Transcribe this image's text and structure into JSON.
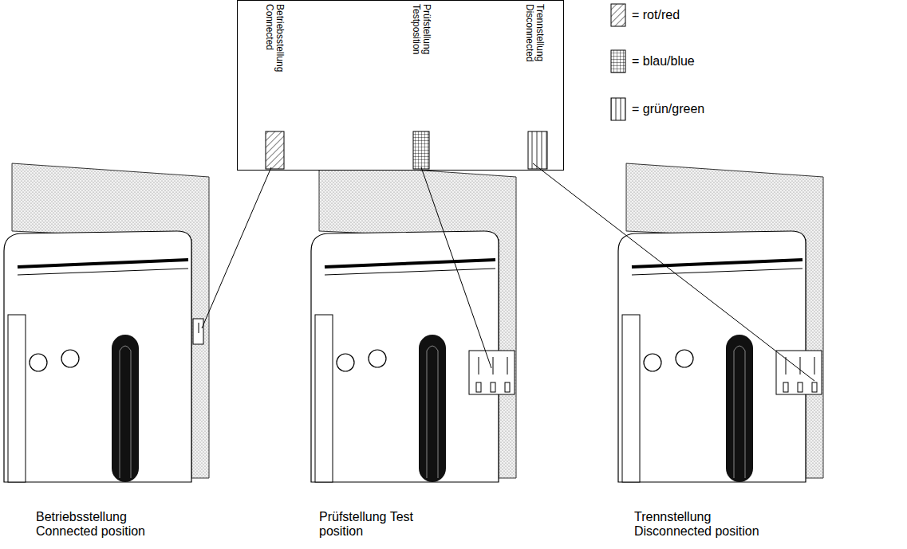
{
  "diagram": {
    "nodes": [
      {
        "text": [
          "Betriebsstellung Connected",
          "Prüfstellung Testposition",
          "Trennstellung Disconnected"
        ]
      }
    ],
    "labels": [
      "Betriebsstellung Connected position",
      "Prüfstellung Test position",
      "Trennstellung Disconnected position"
    ],
    "legend": [
      {
        "text": "= rot/red"
      },
      {
        "text": "= blau/blue"
      },
      {
        "text": "= grün/green"
      }
    ]
  }
}
